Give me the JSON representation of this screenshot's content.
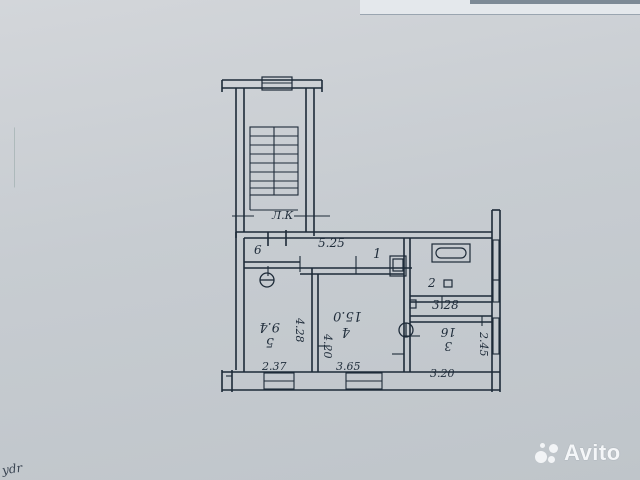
{
  "plan": {
    "landing_label": "Л.К",
    "rooms": [
      {
        "number": "1",
        "area": "5.25"
      },
      {
        "number": "2",
        "area": "3.28"
      },
      {
        "number": "3",
        "area": "16",
        "length": "3.20",
        "width": "2.45"
      },
      {
        "number": "4",
        "area": "15.0",
        "length": "3.65",
        "width": "4.20"
      },
      {
        "number": "5",
        "area": "9.4",
        "length": "2.37",
        "width": "4.28"
      },
      {
        "number": "6",
        "area": ""
      }
    ]
  },
  "watermark": {
    "text": "Avito",
    "brand_color": "#f2f4f6"
  },
  "corner_text": "ydr"
}
